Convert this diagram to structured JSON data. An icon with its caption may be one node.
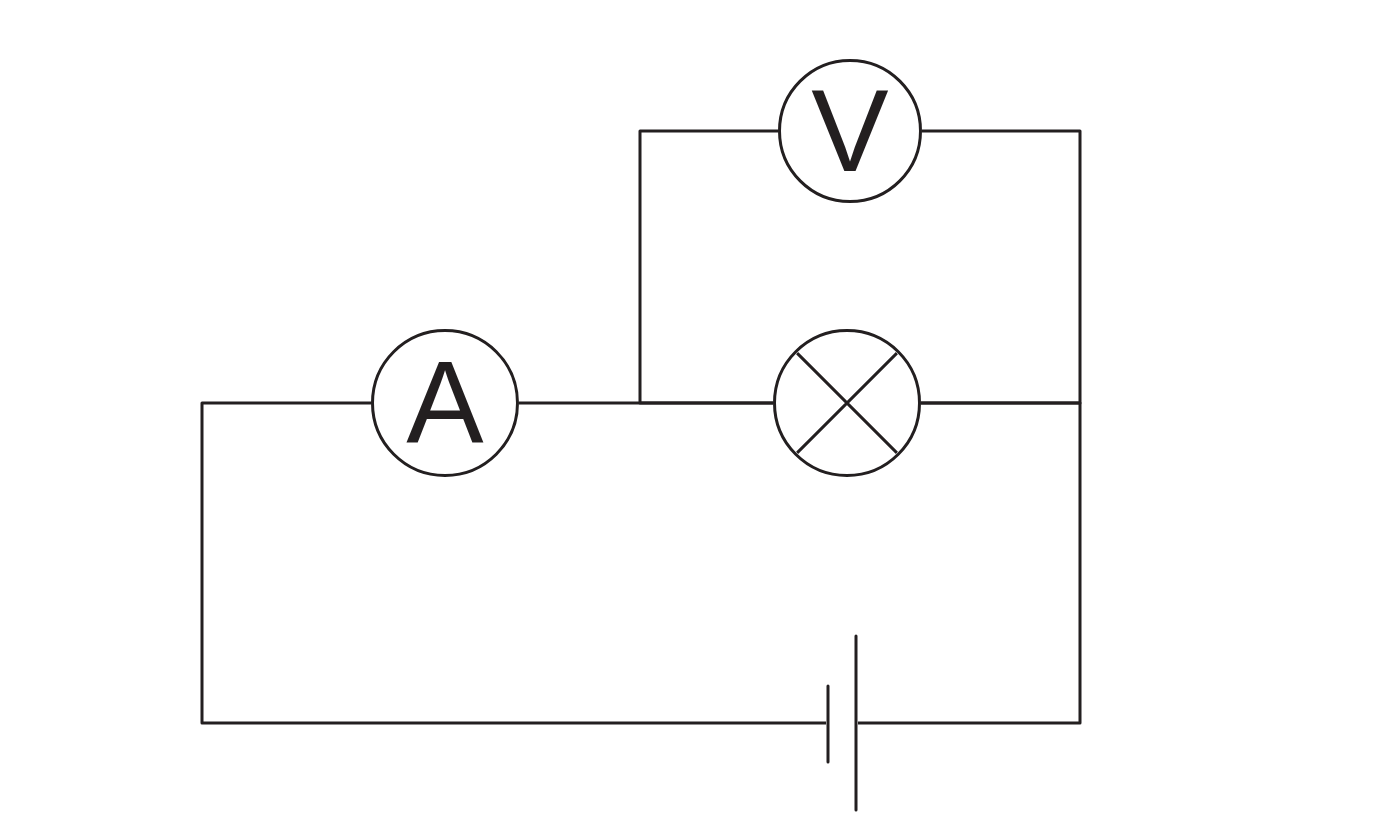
{
  "diagram": {
    "nodes": [
      {
        "text": [
          "A"
        ]
      },
      {
        "text": [
          "V"
        ]
      },
      {
        "text": [],
        "shape": "lamp"
      },
      {
        "text": [],
        "shape": "battery"
      }
    ],
    "edges": [
      {
        "from": 0,
        "to": 2,
        "arrow": "none"
      },
      {
        "from": 1,
        "to": 2,
        "arrow": "none"
      },
      {
        "from": 1,
        "to": 2,
        "arrow": "none"
      },
      {
        "from": 2,
        "to": 3,
        "arrow": "none"
      },
      {
        "from": 0,
        "to": 3,
        "arrow": "none"
      }
    ]
  }
}
